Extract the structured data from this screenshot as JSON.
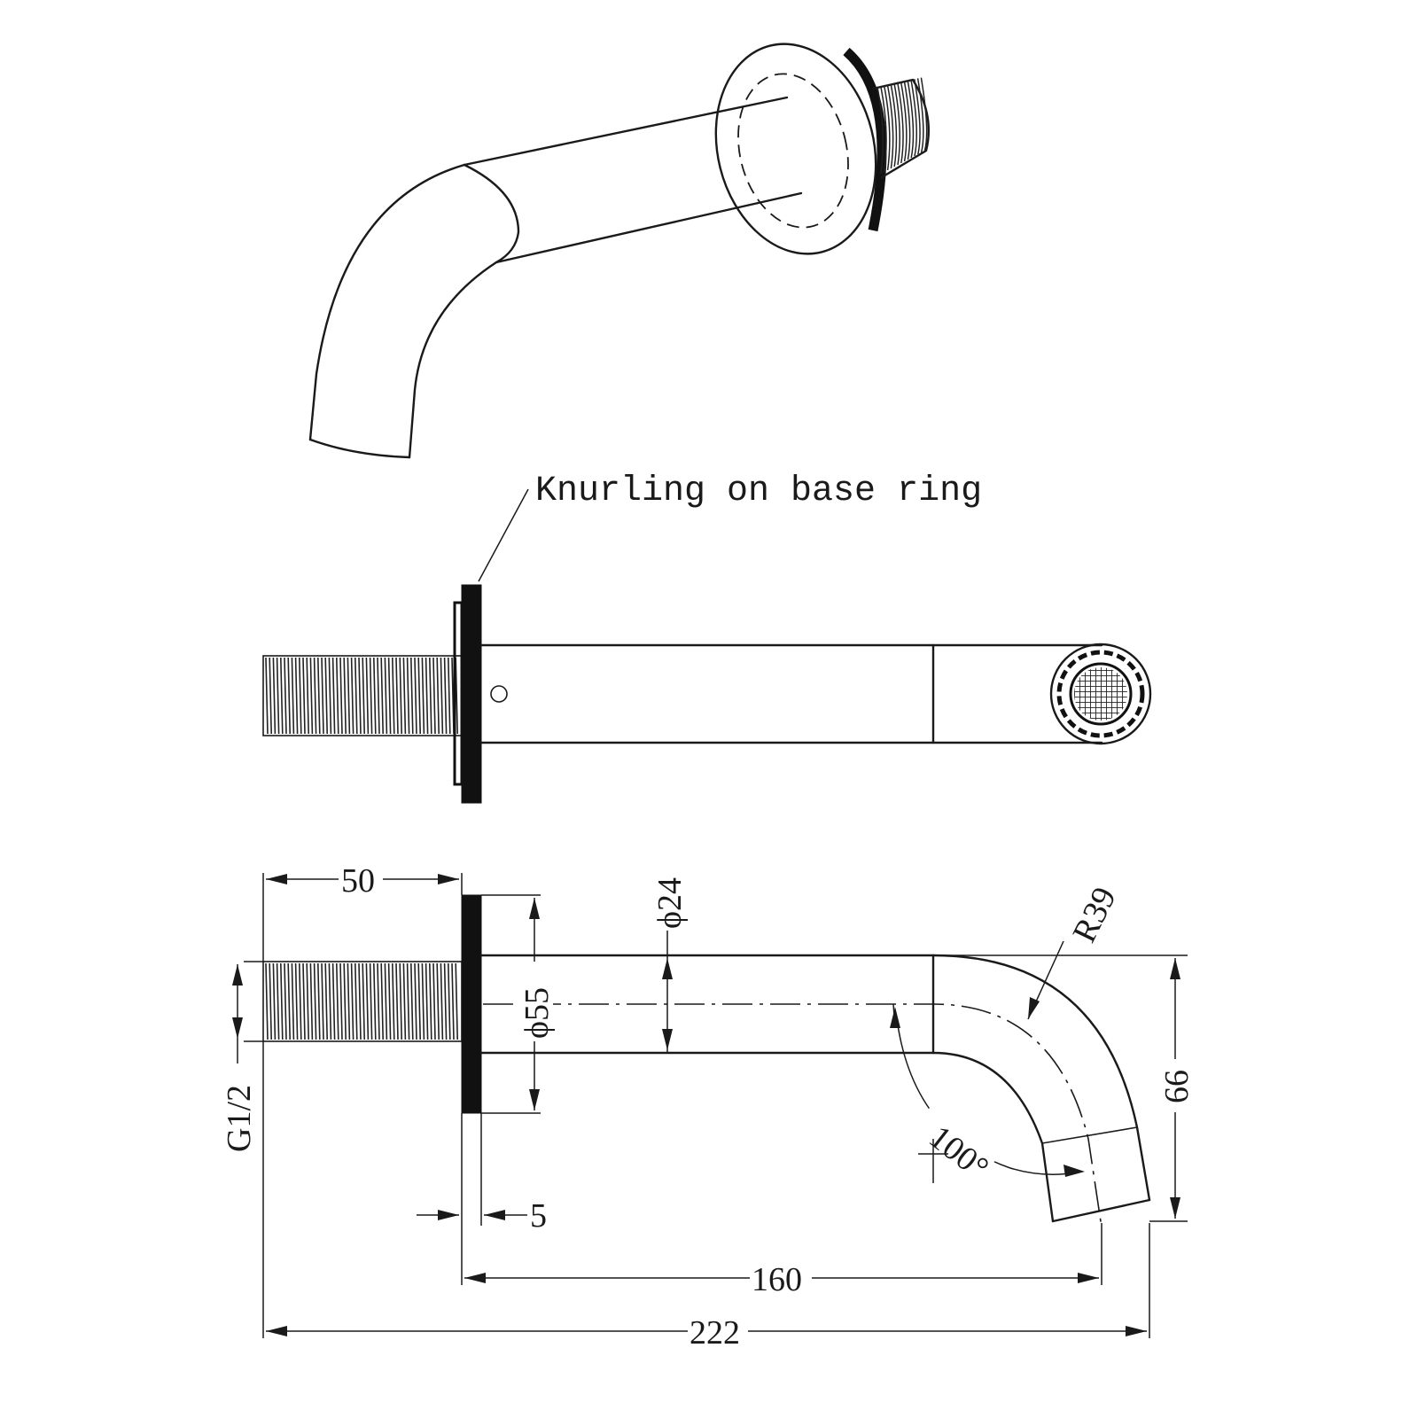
{
  "annotation": {
    "text": "Knurling on base ring"
  },
  "dimensions": {
    "thread_length": "50",
    "pipe_diameter": "ϕ24",
    "ring_diameter": "ϕ55",
    "bend_radius": "R39",
    "thread_size": "G1/2",
    "ring_thickness": "5",
    "bend_angle": "100°",
    "drop_height": "66",
    "projection": "160",
    "overall_length": "222"
  }
}
